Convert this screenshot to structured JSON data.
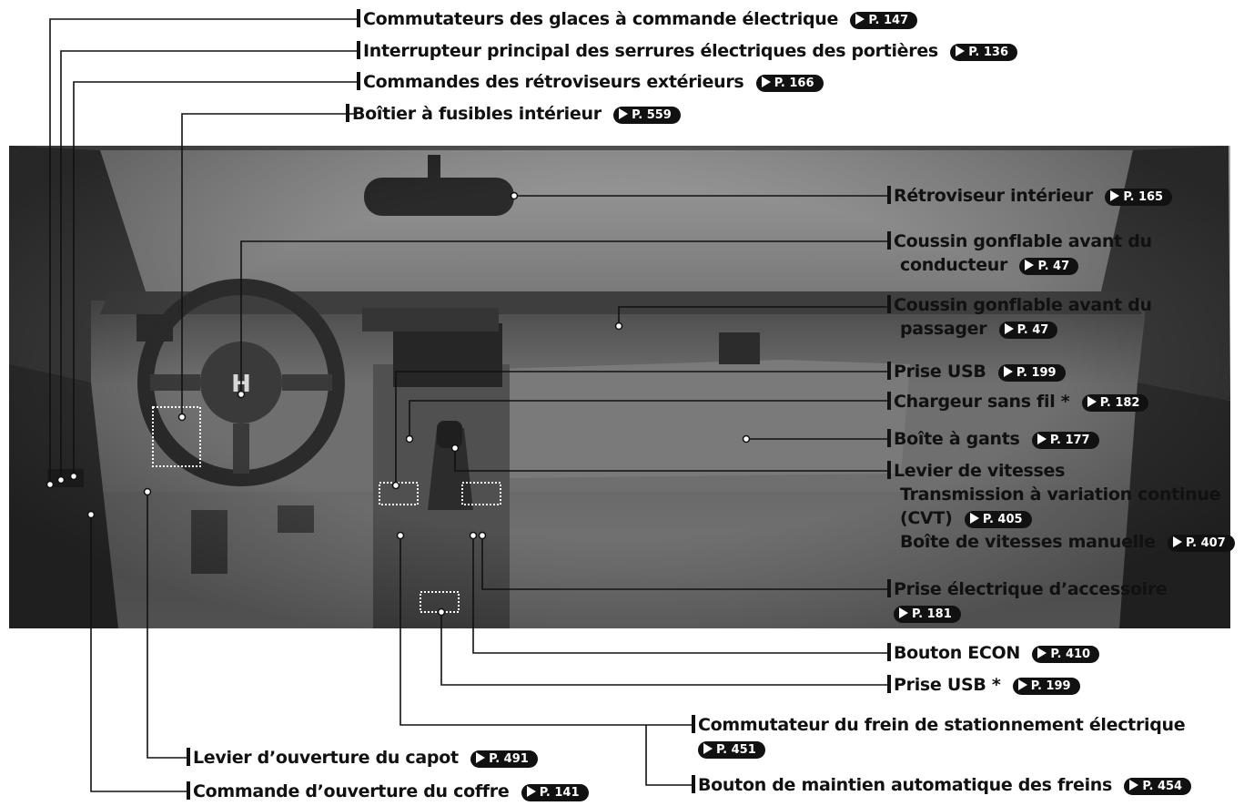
{
  "labels": {
    "power_windows": {
      "text": "Commutateurs des glaces à commande électrique",
      "page": "P. 147"
    },
    "door_lock": {
      "text": "Interrupteur principal des serrures électriques des portières",
      "page": "P. 136"
    },
    "mirror_controls": {
      "text": "Commandes des rétroviseurs extérieurs",
      "page": "P. 166"
    },
    "fuse_box": {
      "text": "Boîtier à fusibles intérieur",
      "page": "P. 559"
    },
    "rearview_mirror": {
      "text": "Rétroviseur intérieur",
      "page": "P. 165"
    },
    "driver_airbag": {
      "line1": "Coussin gonflable avant du",
      "line2": "conducteur",
      "page": "P. 47"
    },
    "passenger_airbag": {
      "line1": "Coussin gonflable avant du",
      "line2": "passager",
      "page": "P. 47"
    },
    "usb_port": {
      "text": "Prise USB",
      "page": "P. 199"
    },
    "wireless_charger": {
      "text": "Chargeur sans fil *",
      "page": "P. 182"
    },
    "glove_box": {
      "text": "Boîte à gants",
      "page": "P. 177"
    },
    "shift_lever": {
      "line1": "Levier de vitesses",
      "line2": "Transmission à variation continue",
      "line3": "(CVT)",
      "page_cvt": "P. 405",
      "line4": "Boîte de vitesses manuelle",
      "page_manual": "P. 407"
    },
    "accessory_socket": {
      "line1": "Prise électrique d’accessoire",
      "page": "P. 181"
    },
    "econ_button": {
      "text": "Bouton ECON",
      "page": "P. 410"
    },
    "usb_port_2": {
      "text": "Prise USB *",
      "page": "P. 199"
    },
    "parking_brake": {
      "line1": "Commutateur du frein de stationnement électrique",
      "page": "P. 451"
    },
    "hood_release": {
      "text": "Levier d’ouverture du capot",
      "page": "P. 491"
    },
    "brake_hold": {
      "text": "Bouton de maintien automatique des freins",
      "page": "P. 454"
    },
    "trunk_release": {
      "text": "Commande d’ouverture du coffre",
      "page": "P. 141"
    }
  },
  "colors": {
    "ink": "#111111",
    "photo_dark": "#3a3a3a",
    "photo_mid": "#7d7d7d",
    "photo_light": "#b4b4b4"
  },
  "brand_badge": "H"
}
